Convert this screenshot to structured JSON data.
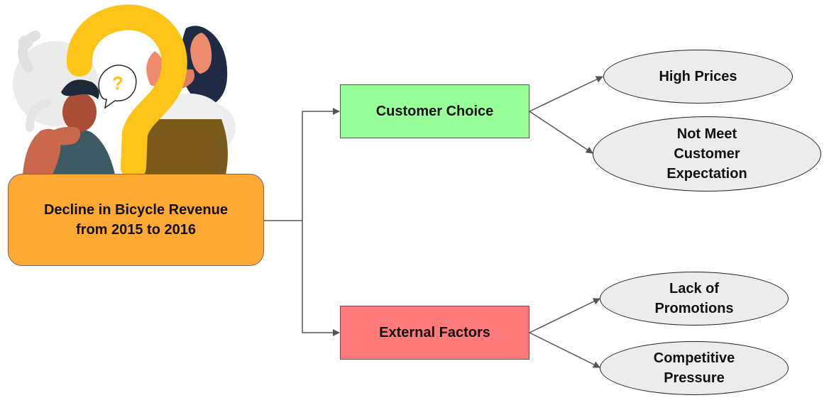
{
  "diagram": {
    "root": {
      "label": "Decline in Bicycle Revenue\nfrom 2015 to 2016",
      "color": "#ffa935"
    },
    "branches": [
      {
        "label": "Customer Choice",
        "color": "#99ff99",
        "causes": [
          "High Prices",
          "Not Meet\nCustomer\nExpectation"
        ]
      },
      {
        "label": "External Factors",
        "color": "#ff7a7a",
        "causes": [
          "Lack of\nPromotions",
          "Competitive\nPressure"
        ]
      }
    ],
    "illustration": {
      "subject": "two confused people with a large question mark",
      "question_mark_color": "#fcc419",
      "speech_bubble_glyph": "?"
    }
  }
}
